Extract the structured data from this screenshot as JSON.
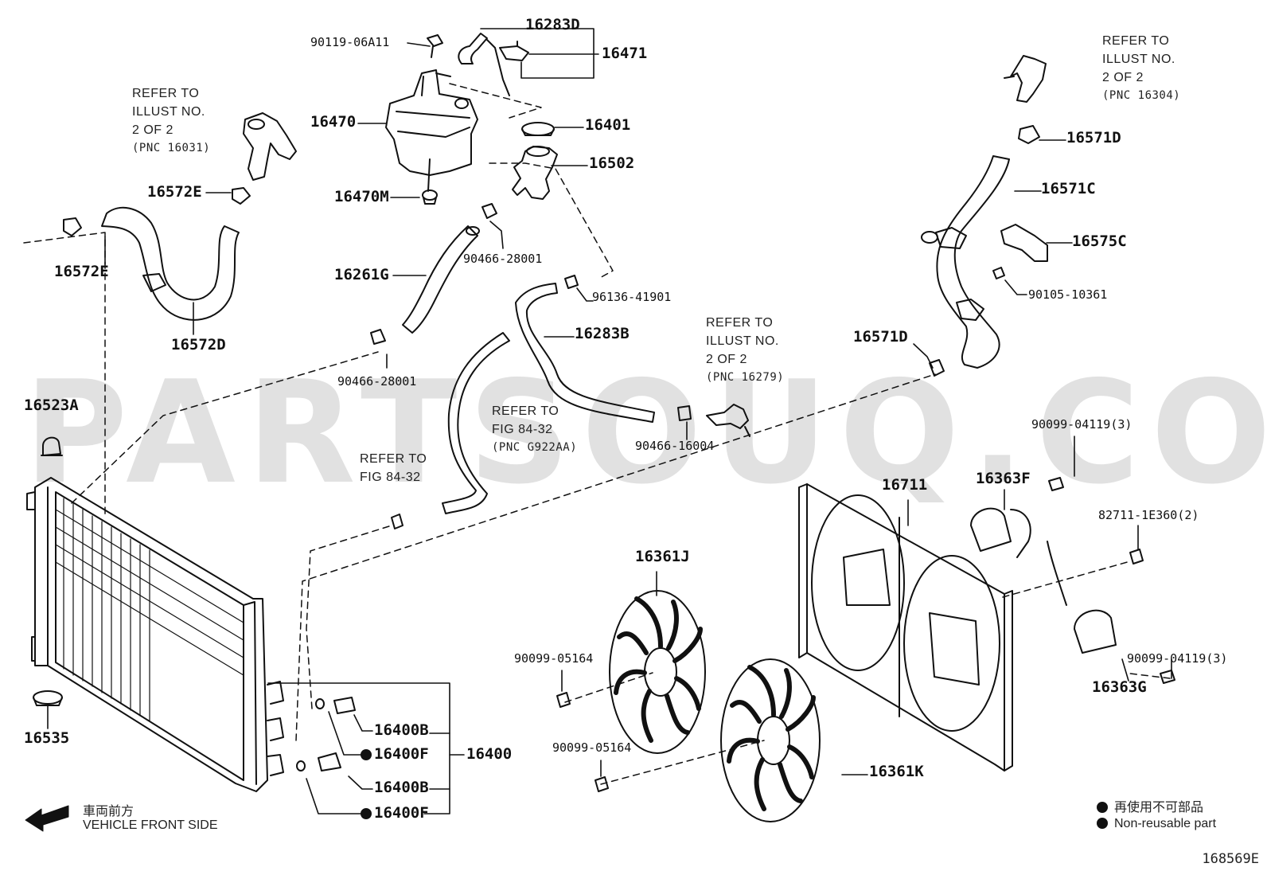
{
  "watermark": "PARTSOUQ.COM",
  "parts": {
    "p90119_06A11": "90119-06A11",
    "p16283D": "16283D",
    "p16471": "16471",
    "p16470": "16470",
    "p16401": "16401",
    "p16502": "16502",
    "p16470M": "16470M",
    "p16572E_top": "16572E",
    "p16572E_left": "16572E",
    "p16572D": "16572D",
    "p16261G": "16261G",
    "p90466_28001_a": "90466-28001",
    "p96136_41901": "96136-41901",
    "p16283B": "16283B",
    "p90466_28001_b": "90466-28001",
    "p16523A": "16523A",
    "p90466_16004": "90466-16004",
    "p16571D_top": "16571D",
    "p16571C": "16571C",
    "p16575C": "16575C",
    "p90105_10361": "90105-10361",
    "p16571D_mid": "16571D",
    "p90099_04119_a": "90099-04119(3)",
    "p16711": "16711",
    "p16363F": "16363F",
    "p82711_1E360": "82711-1E360(2)",
    "p16361J": "16361J",
    "p90099_05164_a": "90099-05164",
    "p90099_05164_b": "90099-05164",
    "p16361K": "16361K",
    "p90099_04119_b": "90099-04119(3)",
    "p16363G": "16363G",
    "p16535": "16535",
    "p16400B_a": "16400B",
    "p16400F_a": "16400F",
    "p16400": "16400",
    "p16400B_b": "16400B",
    "p16400F_b": "16400F"
  },
  "refs": {
    "r_top_right": {
      "l1": "REFER TO",
      "l2": "ILLUST NO.",
      "l3": "2 OF 2",
      "l4": "(PNC 16304)"
    },
    "r_top_left": {
      "l1": "REFER TO",
      "l2": "ILLUST NO.",
      "l3": "2 OF 2",
      "l4": "(PNC 16031)"
    },
    "r_mid": {
      "l1": "REFER TO",
      "l2": "ILLUST NO.",
      "l3": "2 OF 2",
      "l4": "(PNC 16279)"
    },
    "r_fig1": {
      "l1": "REFER TO",
      "l2": "FIG 84-32",
      "l3": "(PNC G922AA)"
    },
    "r_fig2": {
      "l1": "REFER TO",
      "l2": "FIG 84-32"
    }
  },
  "front": {
    "jp": "車両前方",
    "en": "VEHICLE FRONT SIDE"
  },
  "legend": {
    "jp": "再使用不可部品",
    "en": "Non-reusable part"
  },
  "diagram_code": "168569E"
}
